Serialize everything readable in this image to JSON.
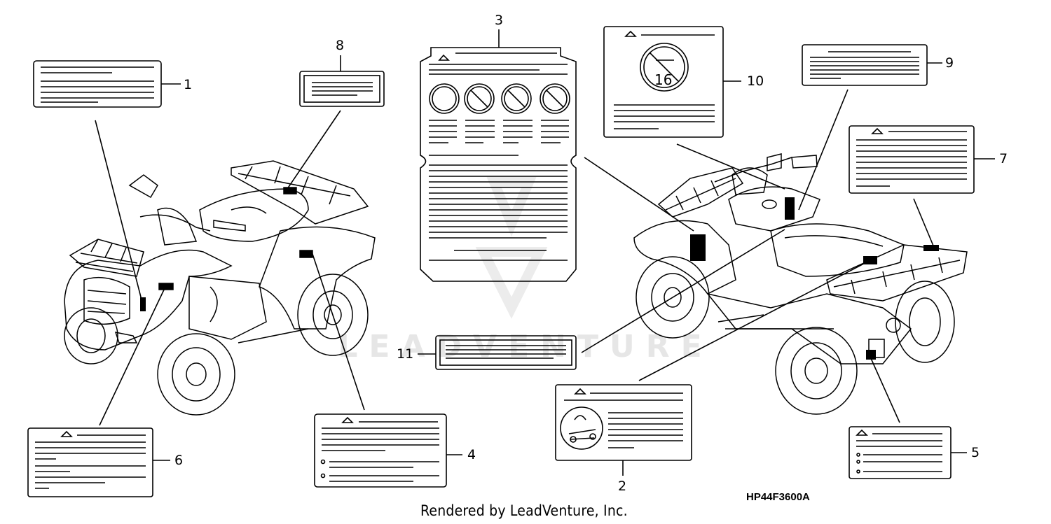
{
  "watermark": {
    "text": "LEADVENTURE"
  },
  "callouts": {
    "n1": "1",
    "n2": "2",
    "n3": "3",
    "n4": "4",
    "n5": "5",
    "n6": "6",
    "n7": "7",
    "n8": "8",
    "n9": "9",
    "n10": "10",
    "n11": "11"
  },
  "label10": {
    "age_number": "16"
  },
  "footer": {
    "caption": "Rendered by LeadVenture, Inc.",
    "diagram_code": "HP44F3600A"
  }
}
